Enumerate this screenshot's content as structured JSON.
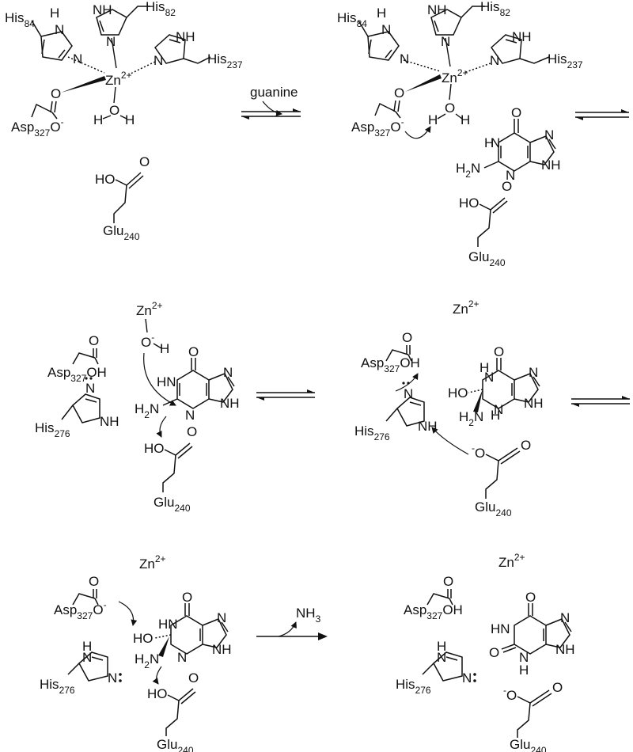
{
  "figure": {
    "arrow_labels": {
      "guanine": "guanine",
      "nh3": "NH",
      "nh3_sub": "3"
    },
    "residues": {
      "his": "His",
      "asp": "Asp",
      "glu": "Glu",
      "n84": "84",
      "n82": "82",
      "n237": "237",
      "n276": "276",
      "n327": "327",
      "n240": "240"
    },
    "atoms": {
      "zn": "Zn",
      "zn_charge": "2+",
      "minus": "-",
      "N": "N",
      "H": "H",
      "O": "O",
      "NH": "NH",
      "OH": "OH",
      "HO": "HO",
      "H2N": "H",
      "two": "2"
    }
  }
}
